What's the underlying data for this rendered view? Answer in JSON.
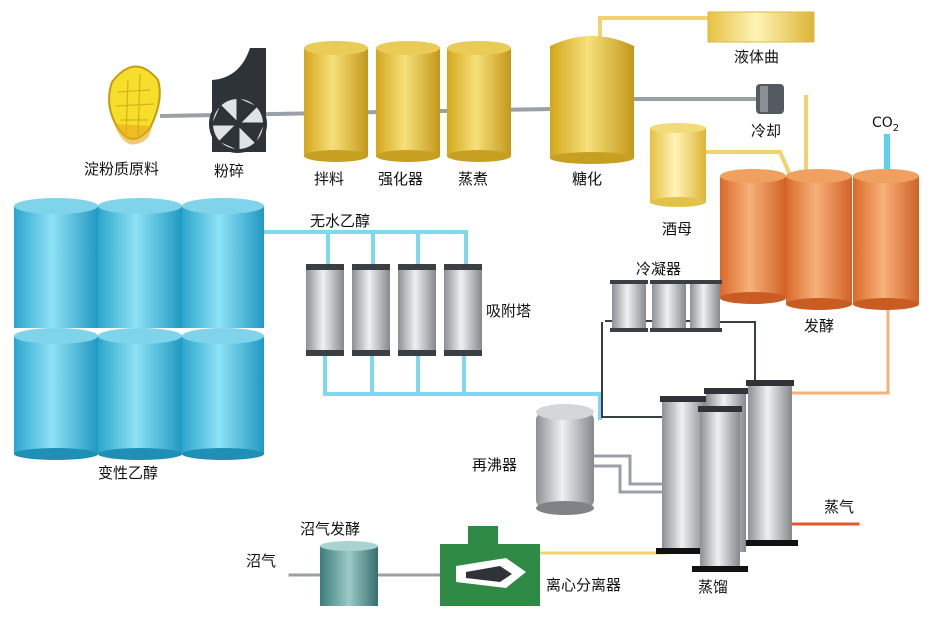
{
  "labels": {
    "starch_raw": "淀粉质原料",
    "crushing": "粉碎",
    "mixing": "拌料",
    "fortifier": "强化器",
    "cooking": "蒸煮",
    "saccharification": "糖化",
    "liquid_koji": "液体曲",
    "cooling": "冷却",
    "co2": "CO",
    "co2_sub": "2",
    "yeast": "酒母",
    "fermentation": "发酵",
    "anhydrous_ethanol": "无水乙醇",
    "adsorption_tower": "吸附塔",
    "denatured_ethanol": "变性乙醇",
    "condenser": "冷凝器",
    "reboiler": "再沸器",
    "steam": "蒸气",
    "distillation": "蒸馏",
    "biogas_fermentation": "沼气发酵",
    "biogas": "沼气",
    "centrifuge": "离心分离器"
  },
  "colors": {
    "gold": "#e3c23a",
    "orange": "#e8873a",
    "cyan": "#3bbfe0",
    "silver": "#b9bcc0",
    "green": "#2f8a46",
    "pipe_cyan": "#7fd8ee",
    "pipe_yellow": "#f0d36e",
    "pipe_orange": "#f2b47a",
    "pipe_red": "#e2572b"
  }
}
